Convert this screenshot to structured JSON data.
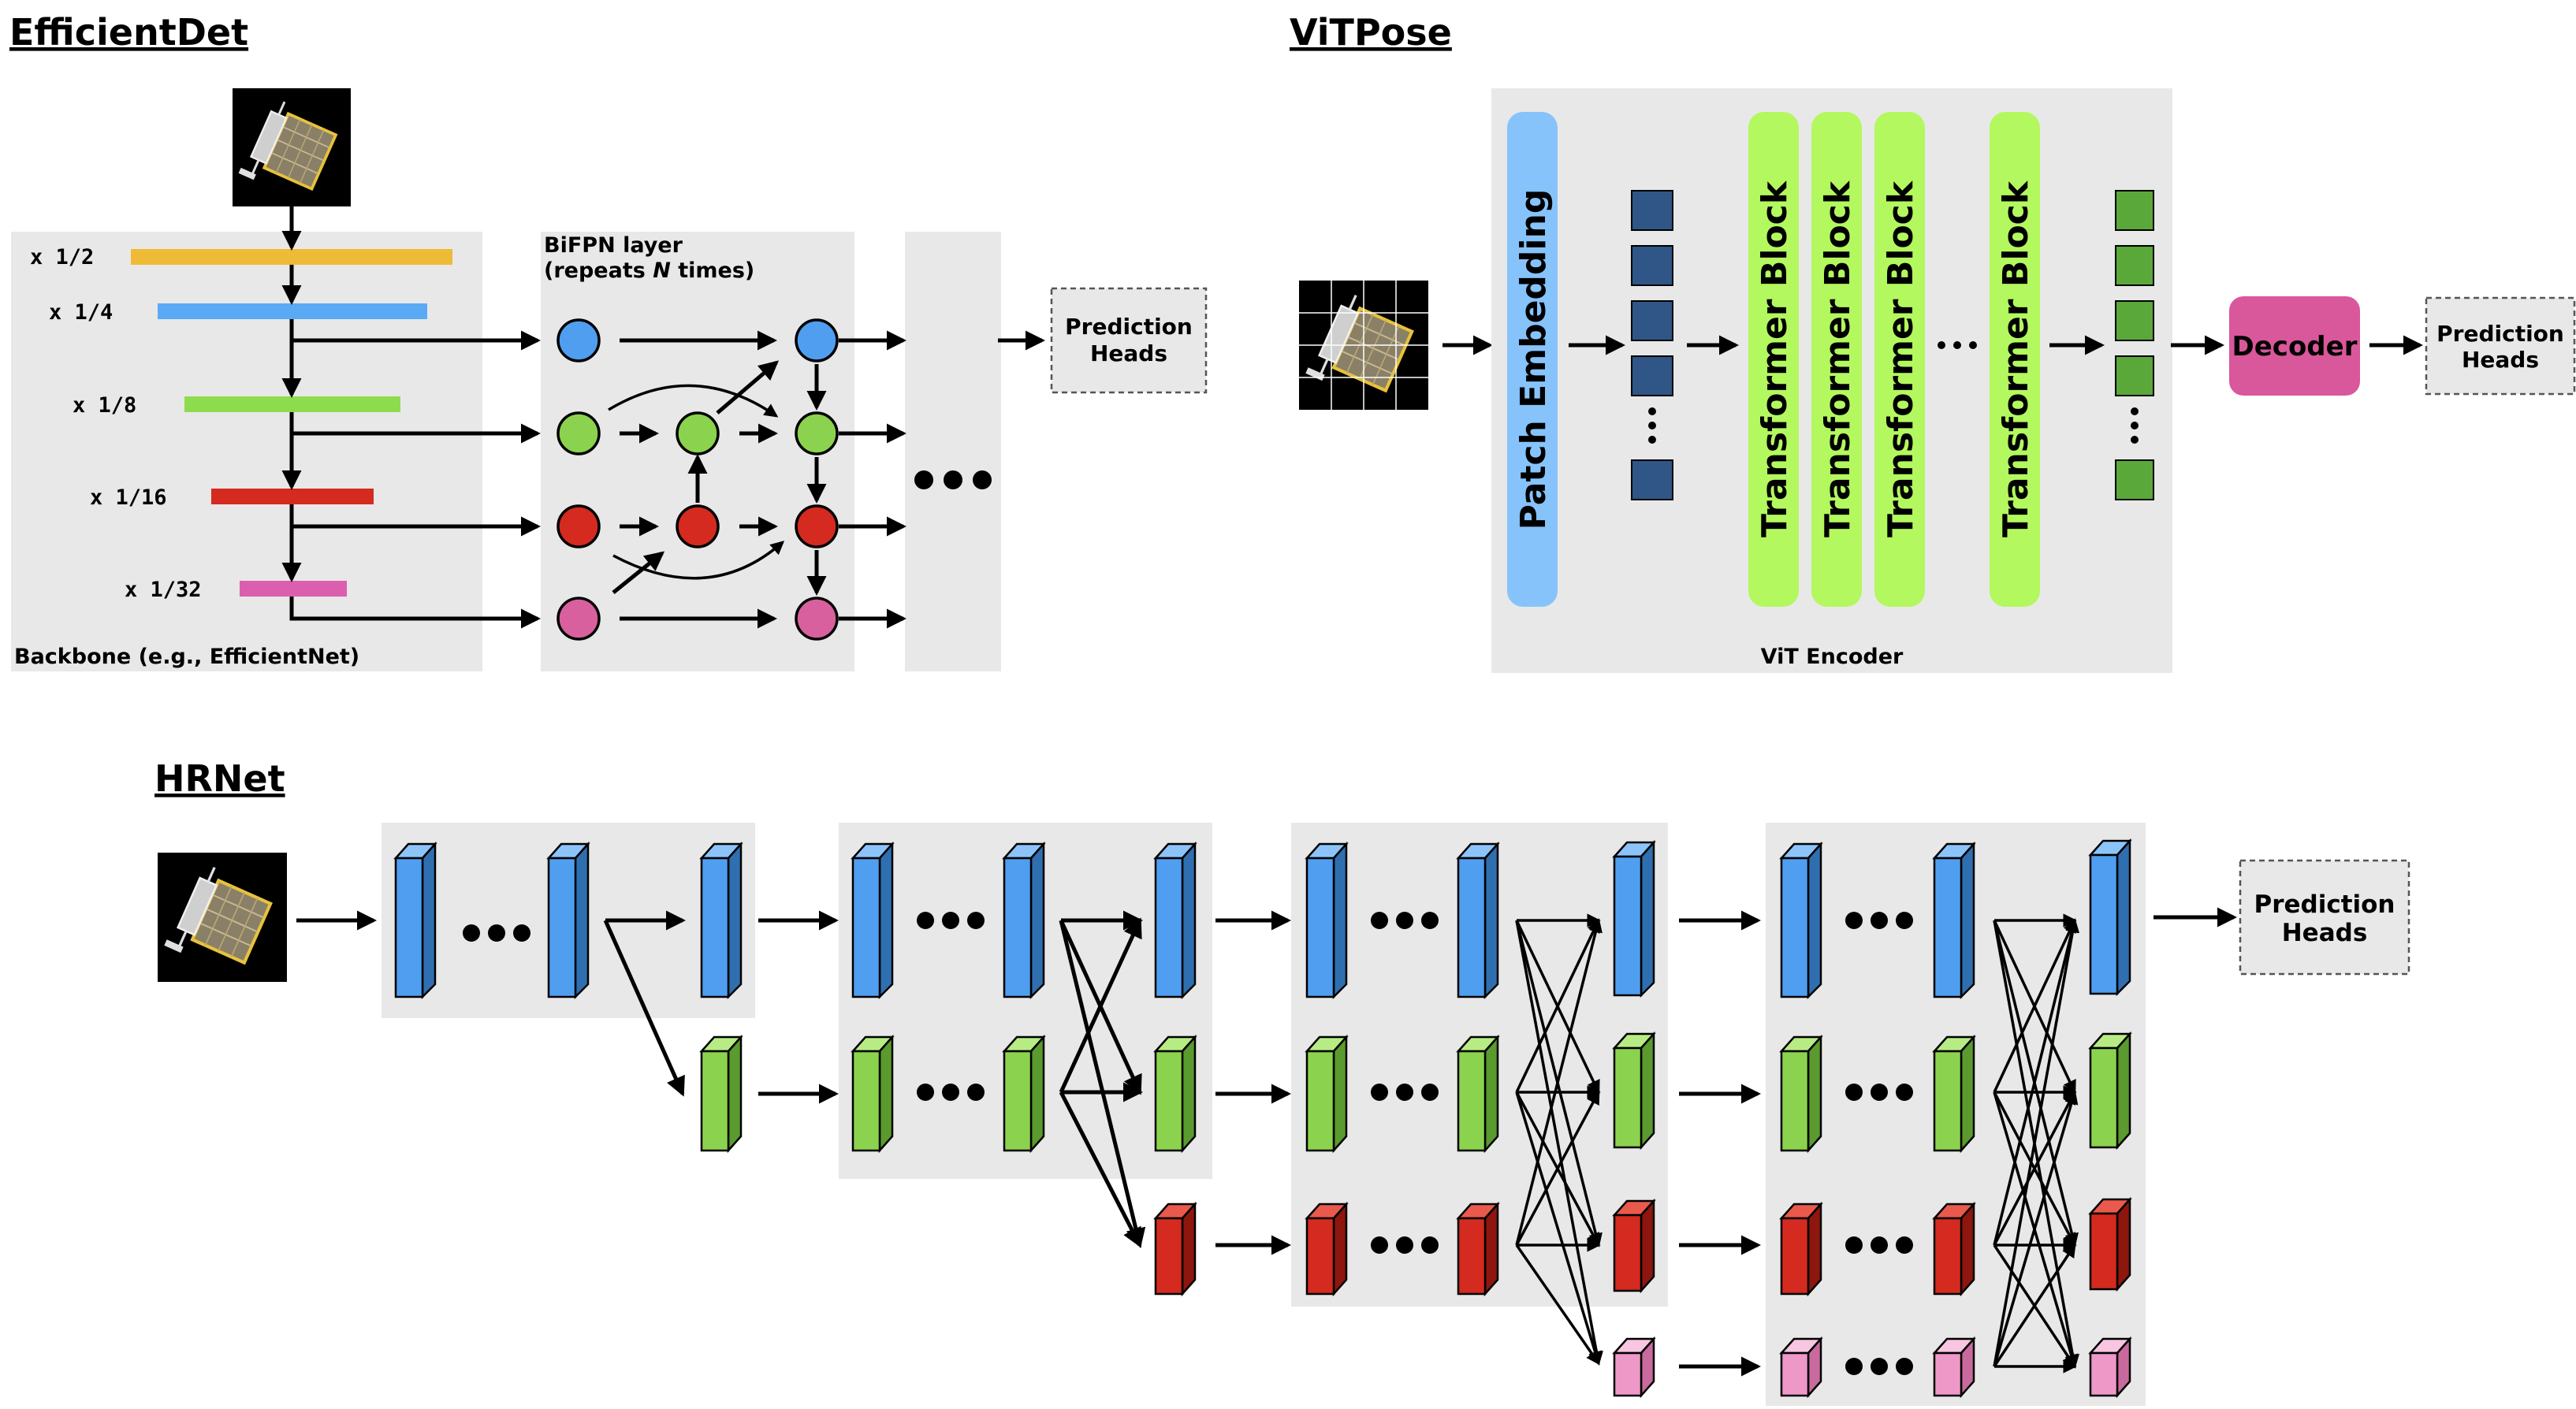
{
  "sections": {
    "efficientdet": {
      "title": "EfficientDet",
      "scales": [
        "x 1/2",
        "x 1/4",
        "x 1/8",
        "x 1/16",
        "x 1/32"
      ],
      "backbone_label": "Backbone (e.g., EfficientNet)",
      "bifpn_label_line1": "BiFPN layer",
      "bifpn_label_prefix": "(repeats ",
      "bifpn_label_n": "N",
      "bifpn_label_suffix": " times)",
      "prediction_heads_line1": "Prediction",
      "prediction_heads_line2": "Heads"
    },
    "vitpose": {
      "title": "ViTPose",
      "patch_embedding": "Patch Embedding",
      "transformer_block": "Transformer Block",
      "decoder": "Decoder",
      "encoder_label": "ViT Encoder",
      "prediction_heads_line1": "Prediction",
      "prediction_heads_line2": "Heads"
    },
    "hrnet": {
      "title": "HRNet",
      "prediction_heads_line1": "Prediction",
      "prediction_heads_line2": "Heads"
    }
  },
  "colors": {
    "scale_bars": [
      "#efba35",
      "#5aa9f5",
      "#8ddc4e",
      "#d42a1f",
      "#db5fae"
    ],
    "node_blue": "#4f9ef0",
    "node_green": "#8bd34e",
    "node_red": "#d42a1f",
    "node_pink": "#d9609f",
    "patch_embedding": "#86c3fa",
    "transformer_block": "#b3f85e",
    "token_blue": "#2f5686",
    "token_green": "#5aa83a",
    "decoder": "#d9579b",
    "panel_gray": "#e8e8e8",
    "hr_blue": "#4f9ef0",
    "hr_green": "#8bd34e",
    "hr_red": "#d42a1f",
    "hr_pink": "#ee98c8"
  },
  "icons": [
    "satellite-image",
    "arrow-right",
    "ellipsis-dots"
  ]
}
